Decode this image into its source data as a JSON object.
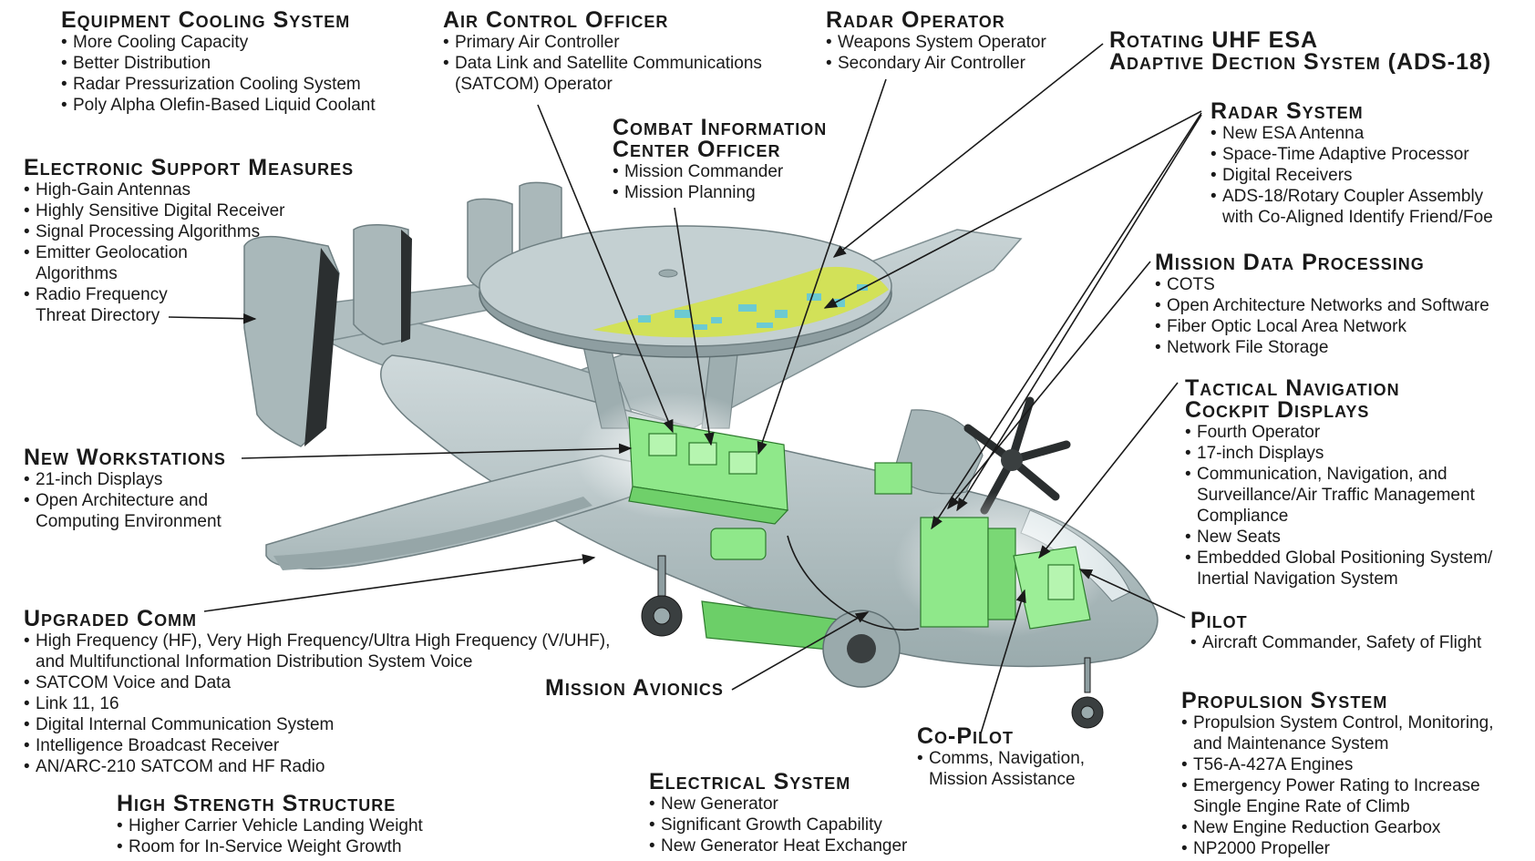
{
  "callouts": {
    "equipment_cooling": {
      "title": "Equipment Cooling System",
      "items": [
        "More Cooling Capacity",
        "Better Distribution",
        "Radar Pressurization Cooling System",
        "Poly Alpha Olefin-Based Liquid Coolant"
      ]
    },
    "air_control_officer": {
      "title": "Air Control Officer",
      "items": [
        "Primary Air Controller",
        "Data Link and Satellite Communications",
        "(SATCOM) Operator"
      ]
    },
    "radar_operator": {
      "title": "Radar Operator",
      "items": [
        "Weapons System Operator",
        "Secondary Air Controller"
      ]
    },
    "rotating_uhf": {
      "title_line1": "Rotating UHF ESA",
      "title_line2": "Adaptive Dection System (ADS-18)"
    },
    "combat_info": {
      "title_line1": "Combat Information",
      "title_line2": "Center Officer",
      "items": [
        "Mission Commander",
        "Mission Planning"
      ]
    },
    "radar_system": {
      "title": "Radar System",
      "items": [
        "New ESA Antenna",
        "Space-Time Adaptive Processor",
        "Digital Receivers",
        "ADS-18/Rotary Coupler Assembly",
        "with Co-Aligned Identify Friend/Foe"
      ]
    },
    "esm": {
      "title": "Electronic Support Measures",
      "items": [
        "High-Gain Antennas",
        "Highly Sensitive Digital Receiver",
        "Signal Processing Algorithms",
        "Emitter Geolocation",
        "Algorithms",
        "Radio Frequency",
        "Threat Directory"
      ]
    },
    "mission_data": {
      "title": "Mission Data Processing",
      "items": [
        "COTS",
        "Open Architecture Networks and Software",
        "Fiber Optic Local Area Network",
        "Network File Storage"
      ]
    },
    "tactical_nav": {
      "title_line1": "Tactical Navigation",
      "title_line2": "Cockpit Displays",
      "items": [
        "Fourth Operator",
        "17-inch Displays",
        "Communication, Navigation, and",
        "Surveillance/Air Traffic Management",
        "Compliance",
        "New Seats",
        "Embedded Global Positioning System/",
        "Inertial Navigation System"
      ]
    },
    "new_workstations": {
      "title": "New Workstations",
      "items": [
        "21-inch Displays",
        "Open Architecture and",
        "Computing Environment"
      ]
    },
    "upgraded_comm": {
      "title": "Upgraded Comm",
      "items": [
        "High Frequency (HF), Very High Frequency/Ultra High Frequency (V/UHF),",
        "and Multifunctional Information Distribution System Voice",
        "SATCOM Voice and Data",
        "Link 11, 16",
        "Digital Internal Communication System",
        "Intelligence Broadcast Receiver",
        "AN/ARC-210 SATCOM and HF Radio"
      ]
    },
    "pilot": {
      "title": "Pilot",
      "items": [
        "Aircraft Commander, Safety of Flight"
      ]
    },
    "mission_avionics": {
      "title": "Mission Avionics"
    },
    "copilot": {
      "title": "Co-Pilot",
      "items": [
        "Comms, Navigation,",
        "Mission Assistance"
      ]
    },
    "propulsion": {
      "title": "Propulsion System",
      "items": [
        "Propulsion System Control, Monitoring,",
        "and Maintenance System",
        "T56-A-427A Engines",
        "Emergency Power Rating to Increase",
        "Single Engine Rate of Climb",
        "New Engine Reduction Gearbox",
        "NP2000 Propeller"
      ]
    },
    "high_strength": {
      "title": "High Strength Structure",
      "items": [
        "Higher Carrier Vehicle Landing Weight",
        "Room for In-Service Weight Growth"
      ]
    },
    "electrical": {
      "title": "Electrical System",
      "items": [
        "New Generator",
        "Significant Growth Capability",
        "New Generator Heat Exchanger"
      ]
    }
  },
  "colors": {
    "airframe": "#b9c6c8",
    "airframe_dark": "#8e9ea1",
    "equipment_green": "#8fe88a",
    "radome_top": "#c4d0d2",
    "leader_line": "#1a1a1a"
  }
}
